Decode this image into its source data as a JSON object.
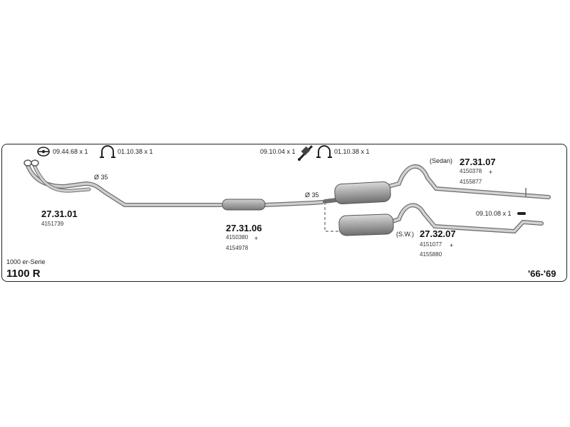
{
  "accessories": [
    {
      "id": "acc-1",
      "label": "09.44.68 x 1",
      "icon": "flange-gasket-icon"
    },
    {
      "id": "acc-2",
      "label": "01.10.38 x 1",
      "icon": "pipe-clamp-icon"
    },
    {
      "id": "acc-3",
      "label": "09.10.04 x 1",
      "icon": "mounting-hardware-icon"
    },
    {
      "id": "acc-4",
      "label": "01.10.38 x 1",
      "icon": "pipe-clamp-icon"
    },
    {
      "id": "acc-5",
      "label": "09.10.08 x 1",
      "icon": "rubber-hanger-icon"
    }
  ],
  "parts": {
    "front_pipe": {
      "number": "27.31.01",
      "oem": [
        "4151739"
      ]
    },
    "middle_silencer": {
      "number": "27.31.06",
      "oem": [
        "4150380",
        "4154978"
      ]
    },
    "rear_sedan": {
      "variant": "(Sedan)",
      "number": "27.31.07",
      "oem": [
        "4150378",
        "4155877"
      ]
    },
    "rear_sw": {
      "variant": "(S.W.)",
      "number": "27.32.07",
      "oem": [
        "4151077",
        "4155880"
      ]
    }
  },
  "diameters": [
    "Ø 35",
    "Ø 35"
  ],
  "plus_sign": "+",
  "series": "1000 er-Serie",
  "model": "1100 R",
  "years": "'66-'69",
  "colors": {
    "pipe": "#b9b9b9",
    "pipe_edge": "#6e6e6e",
    "muffler": "#a7a7a7",
    "frame": "#222222"
  }
}
